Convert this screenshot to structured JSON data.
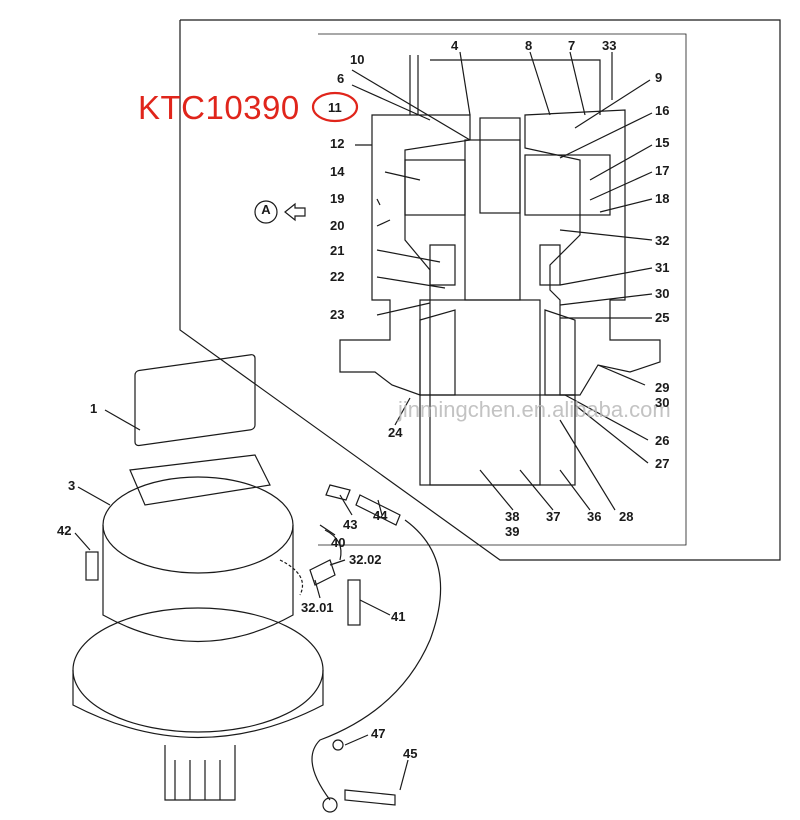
{
  "part_number": "KTC10390",
  "watermark": "jinmingchen.en.alibaba.com",
  "view_marker": "A",
  "callouts_upper": [
    "10",
    "6",
    "11",
    "12",
    "14",
    "19",
    "20",
    "21",
    "22",
    "23",
    "24",
    "4",
    "8",
    "7",
    "33",
    "9",
    "16",
    "15",
    "17",
    "18",
    "32",
    "31",
    "30",
    "25",
    "29",
    "30",
    "26",
    "27",
    "28",
    "36",
    "37",
    "38",
    "39"
  ],
  "callouts_lower": [
    "1",
    "3",
    "42",
    "43",
    "44",
    "40",
    "32.02",
    "32.01",
    "41",
    "47",
    "45"
  ],
  "colors": {
    "highlight": "#e0251b",
    "line": "#1a1a1a",
    "watermark": "#b9b9b9"
  }
}
